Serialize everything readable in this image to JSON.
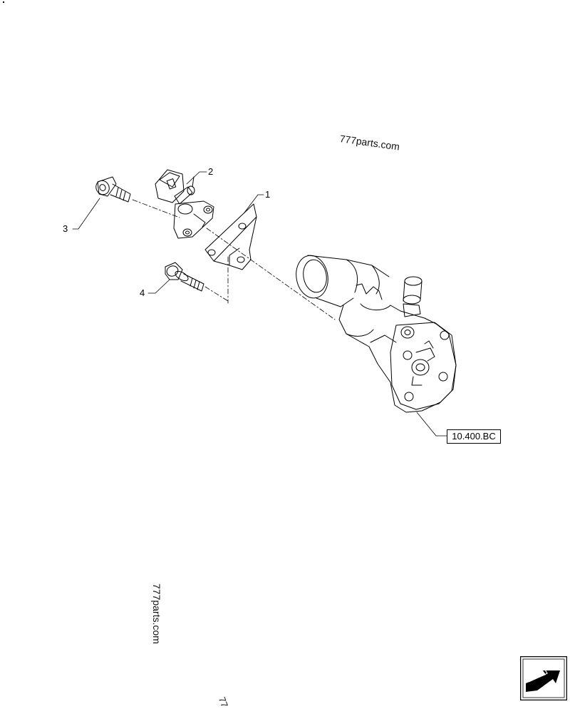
{
  "watermarks": {
    "top": "777parts.com",
    "side": "777parts.com",
    "bottom": "77"
  },
  "callouts": [
    "1",
    "2",
    "3",
    "4"
  ],
  "reference": "10.400.BC",
  "icons": {
    "nav_arrow": "next-page-arrow-icon"
  },
  "colors": {
    "line": "#000000",
    "background": "#ffffff"
  }
}
